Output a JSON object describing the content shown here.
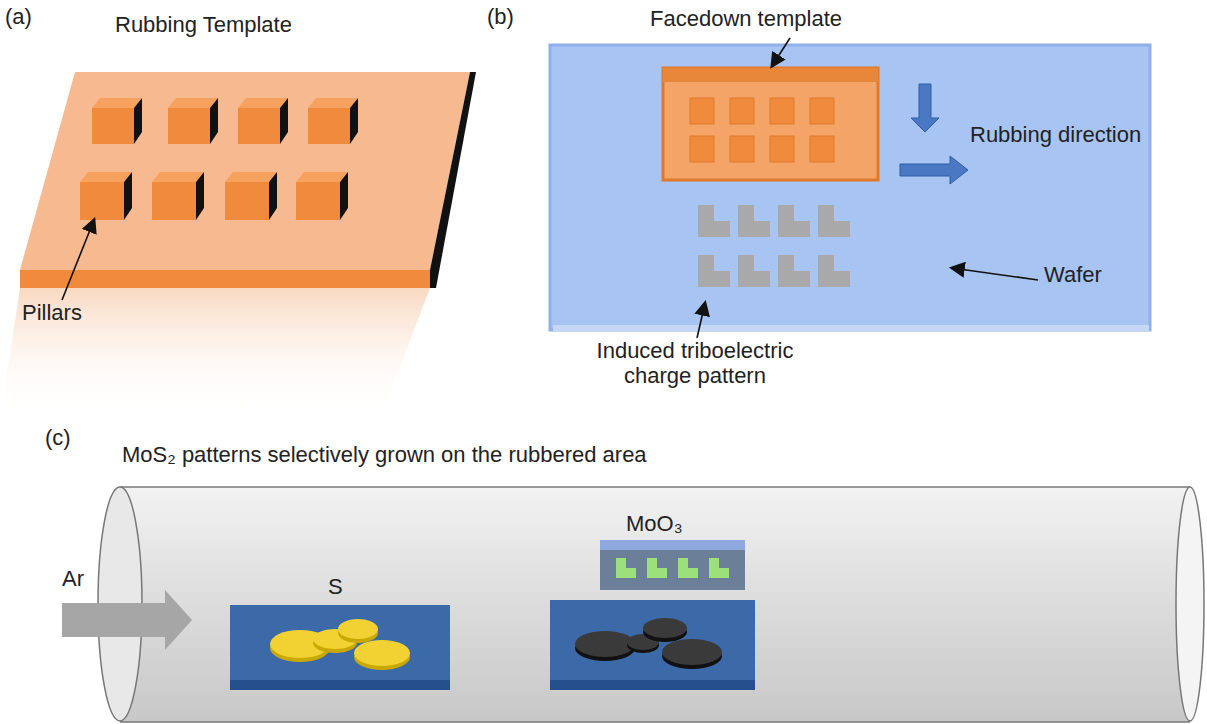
{
  "diagram": {
    "labels": [
      "(a)",
      "Rubbing Template",
      "Pillars",
      "(b)",
      "Facedown template",
      "Rubbing direction",
      "Wafer",
      "Induced triboelectric charge pattern",
      "(c)",
      "MoS₂ patterns selectively grown on the rubbered area",
      "Ar",
      "S",
      "MoO₃"
    ]
  }
}
